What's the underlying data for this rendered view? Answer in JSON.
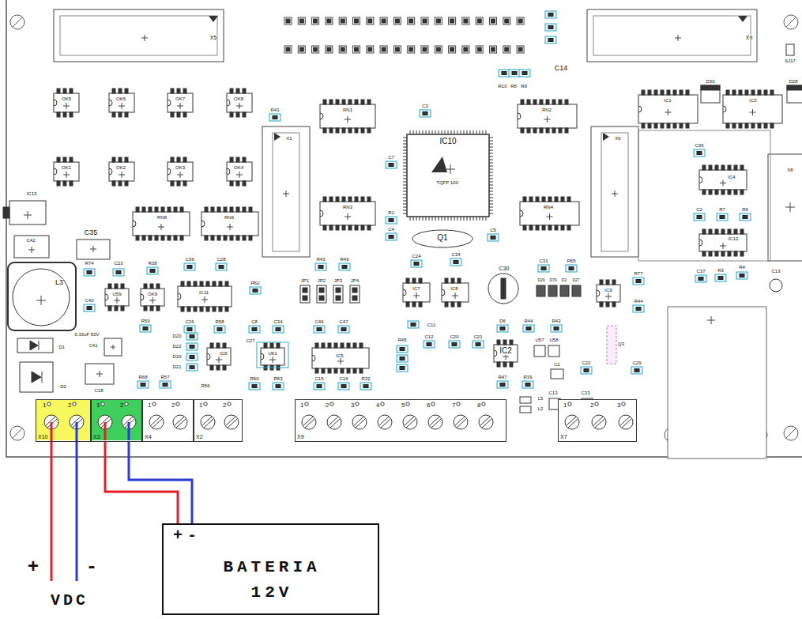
{
  "diagram": {
    "nodes": [
      {
        "text": [
          "1",
          "2",
          "X10"
        ]
      },
      {
        "text": [
          "1",
          "2",
          "X3"
        ]
      },
      {
        "text": [
          "1",
          "2",
          "X4"
        ]
      },
      {
        "text": [
          "1",
          "2",
          "X2"
        ]
      },
      {
        "text": [
          "1",
          "2",
          "3",
          "4",
          "5",
          "6",
          "7",
          "8",
          "X9"
        ]
      },
      {
        "text": [
          "1",
          "2",
          "3",
          "X7"
        ]
      },
      {
        "text": [
          "+",
          "-",
          "BATERIA 12V"
        ]
      }
    ],
    "edges": [
      {
        "from": 1,
        "to": 6,
        "arrow": "none"
      },
      {
        "from": 1,
        "to": 6,
        "arrow": "none"
      }
    ],
    "labels": [
      "X5",
      "X9",
      "SJ17",
      "C14",
      "R10",
      "R8",
      "R9",
      "OK5",
      "OK6",
      "OK7",
      "OK8",
      "R41",
      "RN1",
      "C3",
      "RN2",
      "IC1",
      "D30",
      "IC3",
      "D28",
      "X1",
      "X6",
      "IC10",
      "TQFP 100",
      "C7",
      "C36",
      "OK1",
      "OK2",
      "OK3",
      "OK4",
      "IC4",
      "X8",
      "IC13",
      "RN3",
      "RN4",
      "R1",
      "C2",
      "R7",
      "R6",
      "RN8",
      "RN6",
      "C4",
      "Q1",
      "C5",
      "C42",
      "C35",
      "IC12",
      "C24",
      "C34",
      "C31",
      "R65",
      "C37",
      "R3",
      "R4",
      "C13",
      "C30",
      "R77",
      "C39",
      "C28",
      "R43",
      "R49",
      "R74",
      "C23",
      "R38",
      "L3",
      "U59",
      "OK9",
      "IC11",
      "R62",
      "JP1",
      "JP2",
      "JP3",
      "JP4",
      "IC7",
      "IC8",
      "D29",
      "D79",
      "D2",
      "D27",
      "IC9",
      "R44",
      "C40",
      "0.33uF 50V",
      "R59",
      "C26",
      "R58",
      "C8",
      "C34",
      "C46",
      "C47",
      "C11",
      "D6",
      "R44",
      "R43",
      "D1",
      "C41",
      "D20",
      "D22",
      "D19",
      "D21",
      "IC6",
      "C27",
      "U61",
      "IC5",
      "R45",
      "C12",
      "C20",
      "C21",
      "IC2",
      "U57",
      "U58",
      "D2",
      "C18",
      "R68",
      "R57",
      "R56",
      "R60",
      "R63",
      "C15",
      "C16",
      "R32",
      "R47",
      "R39",
      "L5",
      "L2",
      "C1",
      "C22",
      "C29",
      "C13",
      "C33",
      "Q3",
      "+",
      "-",
      "VDC"
    ]
  }
}
